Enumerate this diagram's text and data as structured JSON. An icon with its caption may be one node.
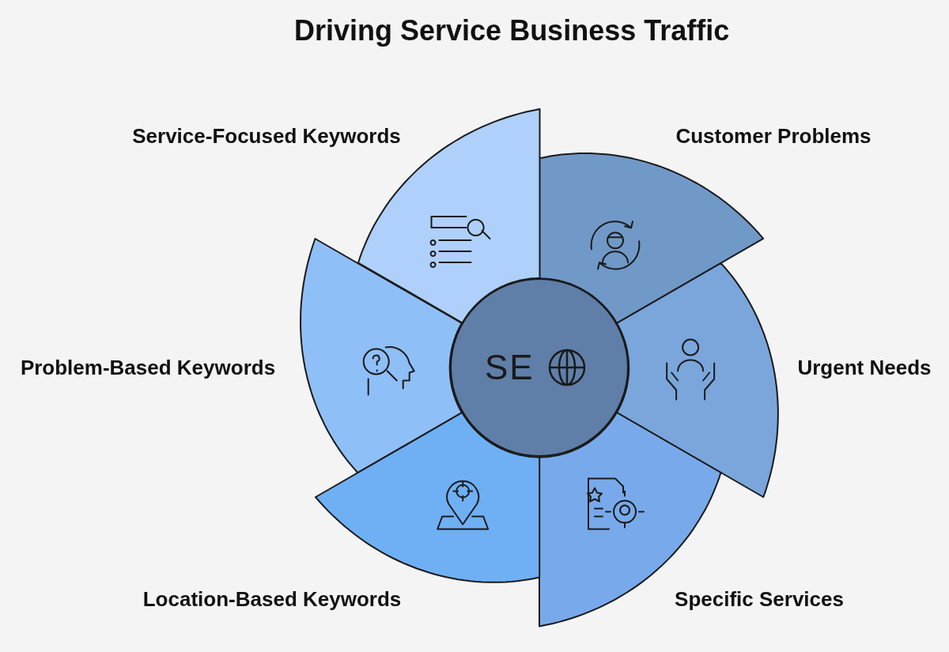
{
  "diagram": {
    "title": "Driving Service Business Traffic",
    "nodes": [
      {
        "text": [
          "SE"
        ]
      },
      {
        "text": [
          "Customer Problems"
        ]
      },
      {
        "text": [
          "Urgent Needs"
        ]
      },
      {
        "text": [
          "Specific Services"
        ]
      },
      {
        "text": [
          "Location-Based Keywords"
        ]
      },
      {
        "text": [
          "Problem-Based Keywords"
        ]
      },
      {
        "text": [
          "Service-Focused Keywords"
        ]
      }
    ]
  }
}
